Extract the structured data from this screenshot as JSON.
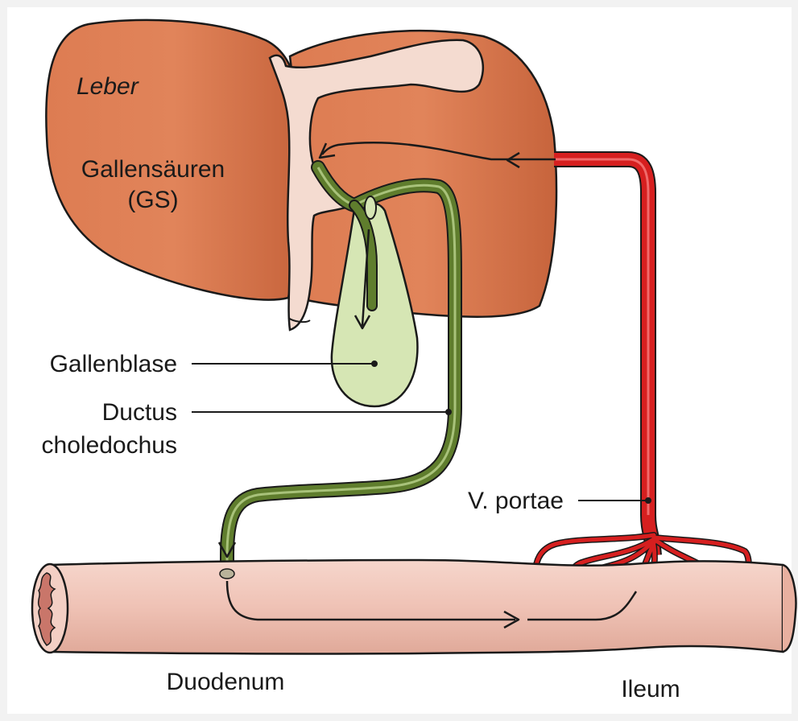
{
  "labels": {
    "liver": "Leber",
    "bile_acids_line1": "Gallensäuren",
    "bile_acids_line2": "(GS)",
    "gallbladder": "Gallenblase",
    "common_bile_duct_line1": "Ductus",
    "common_bile_duct_line2": "choledochus",
    "portal_vein": "V. portae",
    "duodenum": "Duodenum",
    "ileum": "Ileum"
  },
  "colors": {
    "liver": "#d9744a",
    "liver_light": "#f2d8cc",
    "gallbladder": "#d6e6b4",
    "bile_duct": "#5f7d2d",
    "portal_vein": "#d61f1f",
    "intestine": "#efc2b5",
    "outline": "#1a1a1a"
  }
}
